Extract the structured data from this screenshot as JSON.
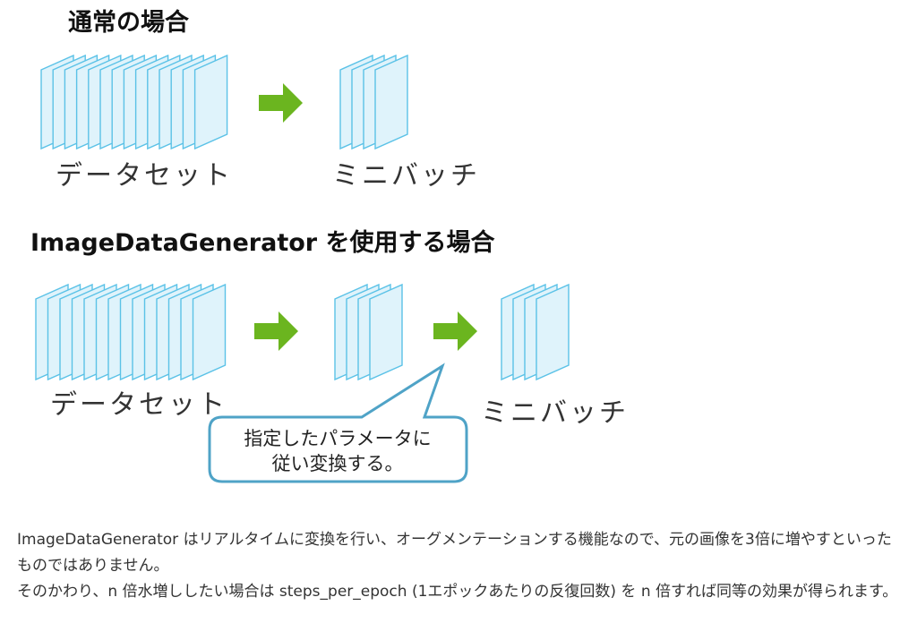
{
  "section_normal": {
    "heading": "通常の場合",
    "dataset_label": "データセット",
    "minibatch_label": "ミニバッチ"
  },
  "section_generator": {
    "heading": "ImageDataGenerator を使用する場合",
    "dataset_label": "データセット",
    "minibatch_label": "ミニバッチ",
    "callout_line1": "指定したパラメータに",
    "callout_line2": "従い変換する。"
  },
  "body": {
    "paragraph1": "ImageDataGenerator はリアルタイムに変換を行い、オーグメンテーションする機能なので、元の画像を3倍に増やすといったものではありません。",
    "paragraph2": "そのかわり、n 倍水増ししたい場合は steps_per_epoch (1エポックあたりの反復回数) を n 倍すれば同等の効果が得られます。"
  },
  "colors": {
    "sheet_fill": "#dff3fb",
    "sheet_stroke": "#5bc2e7",
    "arrow": "#6bb51f",
    "callout_border": "#4fa3c7"
  }
}
